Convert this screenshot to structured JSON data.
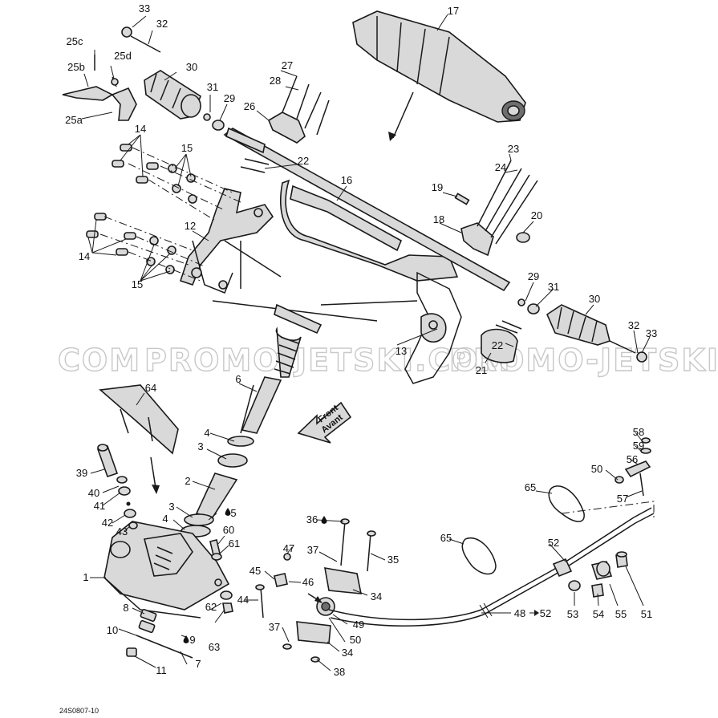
{
  "watermark": {
    "left": "COM",
    "middle": "PROMO-JETSKI.COM",
    "right": "PROMO-JETSKI"
  },
  "front_arrow": {
    "line1": "Front",
    "line2": "Avant"
  },
  "reference_code": "24S0807-10",
  "callouts": [
    "33",
    "32",
    "25c",
    "25d",
    "25b",
    "30",
    "25a",
    "31",
    "29",
    "27",
    "28",
    "26",
    "17",
    "14",
    "15",
    "22",
    "16",
    "23",
    "24",
    "19",
    "20",
    "18",
    "12",
    "14",
    "15",
    "29",
    "31",
    "30",
    "32",
    "33",
    "13",
    "22",
    "21",
    "6",
    "64",
    "4",
    "3",
    "39",
    "40",
    "41",
    "2",
    "3",
    "5",
    "4",
    "42",
    "43",
    "60",
    "61",
    "36",
    "37",
    "35",
    "47",
    "45",
    "46",
    "1",
    "44",
    "34",
    "8",
    "62",
    "49",
    "10",
    "9",
    "37",
    "50",
    "63",
    "34",
    "7",
    "11",
    "38",
    "65",
    "65",
    "52",
    "48",
    "52",
    "58",
    "59",
    "56",
    "50",
    "57",
    "53",
    "54",
    "55",
    "51"
  ],
  "fluid_markers": [
    "drop-icon",
    "drop-icon",
    "drop-icon"
  ],
  "colors": {
    "line": "#1a1a1a",
    "fill": "#d9d9d9",
    "watermark": "#c8c8c8"
  }
}
